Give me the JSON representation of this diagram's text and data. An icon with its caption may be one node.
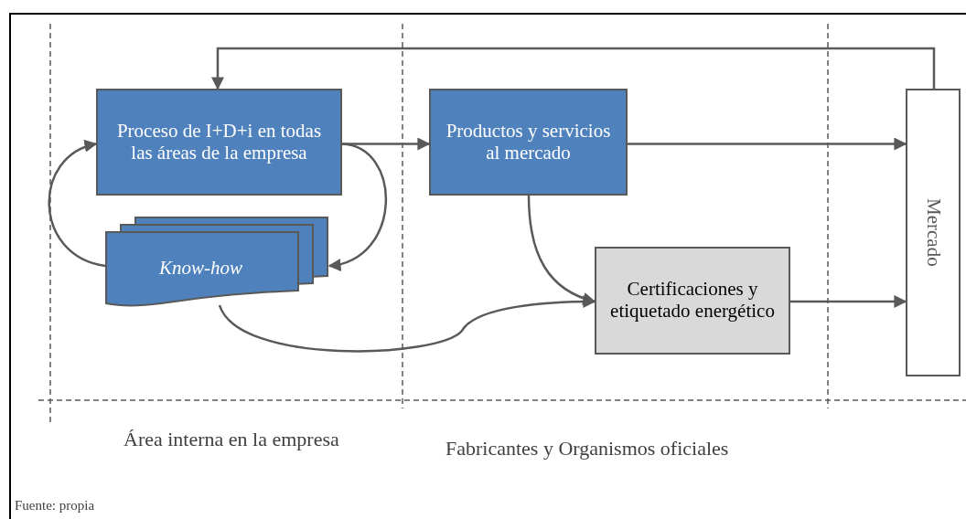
{
  "diagram": {
    "nodes": [
      {
        "text": [
          "Proceso de I+D+i en todas las áreas de la empresa"
        ]
      },
      {
        "text": [
          "Productos y servicios al mercado"
        ]
      },
      {
        "text": [
          "Know-how"
        ]
      },
      {
        "text": [
          "Certificaciones y etiquetado energético"
        ]
      },
      {
        "text": [
          "Mercado"
        ]
      }
    ],
    "edges": [
      {
        "from": 4,
        "to": 0,
        "arrow": "to"
      },
      {
        "from": 0,
        "to": 1,
        "arrow": "to"
      },
      {
        "from": 1,
        "to": 4,
        "arrow": "to"
      },
      {
        "from": 0,
        "to": 2,
        "arrow": "to"
      },
      {
        "from": 2,
        "to": 0,
        "arrow": "to"
      },
      {
        "from": 1,
        "to": 3,
        "arrow": "to"
      },
      {
        "from": 2,
        "to": 3,
        "arrow": "to"
      },
      {
        "from": 3,
        "to": 4,
        "arrow": "to"
      }
    ],
    "labels": [
      "Área interna en la empresa",
      "Fabricantes y Organismos oficiales",
      "Fuente: propia"
    ]
  }
}
